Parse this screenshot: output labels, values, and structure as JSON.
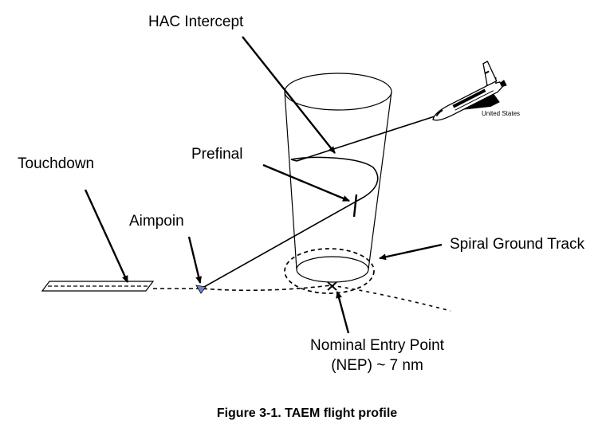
{
  "labels": {
    "hac_intercept": "HAC Intercept",
    "prefinal": "Prefinal",
    "touchdown": "Touchdown",
    "aimpoint": "Aimpoin",
    "spiral_ground_track": "Spiral Ground Track",
    "nep_line1": "Nominal Entry Point",
    "nep_line2": "(NEP) ~ 7 nm",
    "orbiter_marking": "United States"
  },
  "caption": "Figure 3-1.  TAEM flight profile",
  "colors": {
    "ink": "#000000",
    "aimpoint_marker": "#6f86c9"
  }
}
